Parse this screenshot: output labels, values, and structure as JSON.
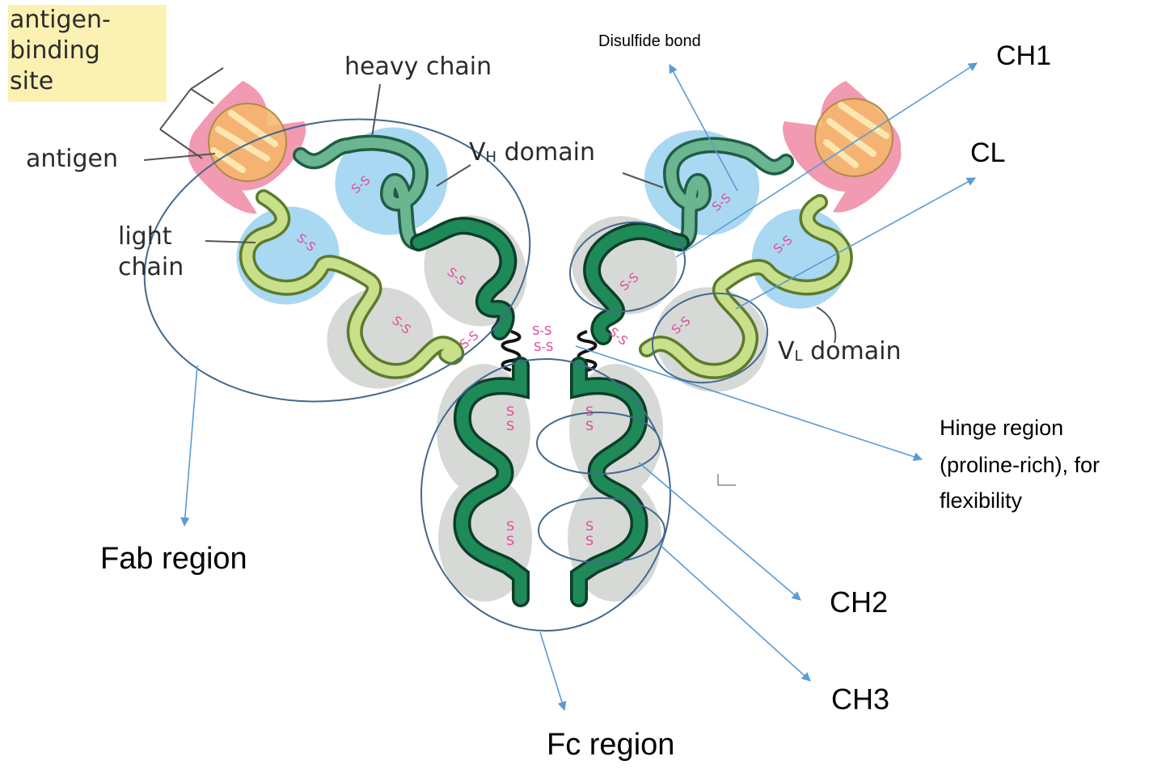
{
  "diagram_labels": {
    "antigen_binding_site": [
      "antigen-",
      "binding",
      "site"
    ],
    "heavy_chain": "heavy chain",
    "antigen": "antigen",
    "vh_domain": {
      "main": "V",
      "sub": "H",
      "rest": " domain"
    },
    "light_chain": [
      "light",
      "chain"
    ],
    "vl_domain": {
      "main": "V",
      "sub": "L",
      "rest": " domain"
    },
    "disulfide_text": "S-S",
    "fc_disulfide_text": "S"
  },
  "annotations": {
    "disulfide_bond": "Disulfide bond",
    "ch1": "CH1",
    "cl": "CL",
    "hinge_region": [
      "Hinge region",
      "(proline-rich), for",
      "flexibility"
    ],
    "fab_region": "Fab region",
    "ch2": "CH2",
    "ch3": "CH3",
    "fc_region": "Fc region"
  },
  "colors": {
    "heavy_chain": "#1e8a58",
    "heavy_chain_light": "#6bb591",
    "light_chain": "#c8e08a",
    "variable_glow": "#a9d8f2",
    "constant_shadow": "#d6d9d6",
    "antigen_fill": "#f5b768",
    "binding_pink": "#f29ab1",
    "disulfide": "#e0489a",
    "annotation_line": "#5b9bd5",
    "region_ellipse": "#44688c",
    "label_box": "#fbf1b3"
  }
}
